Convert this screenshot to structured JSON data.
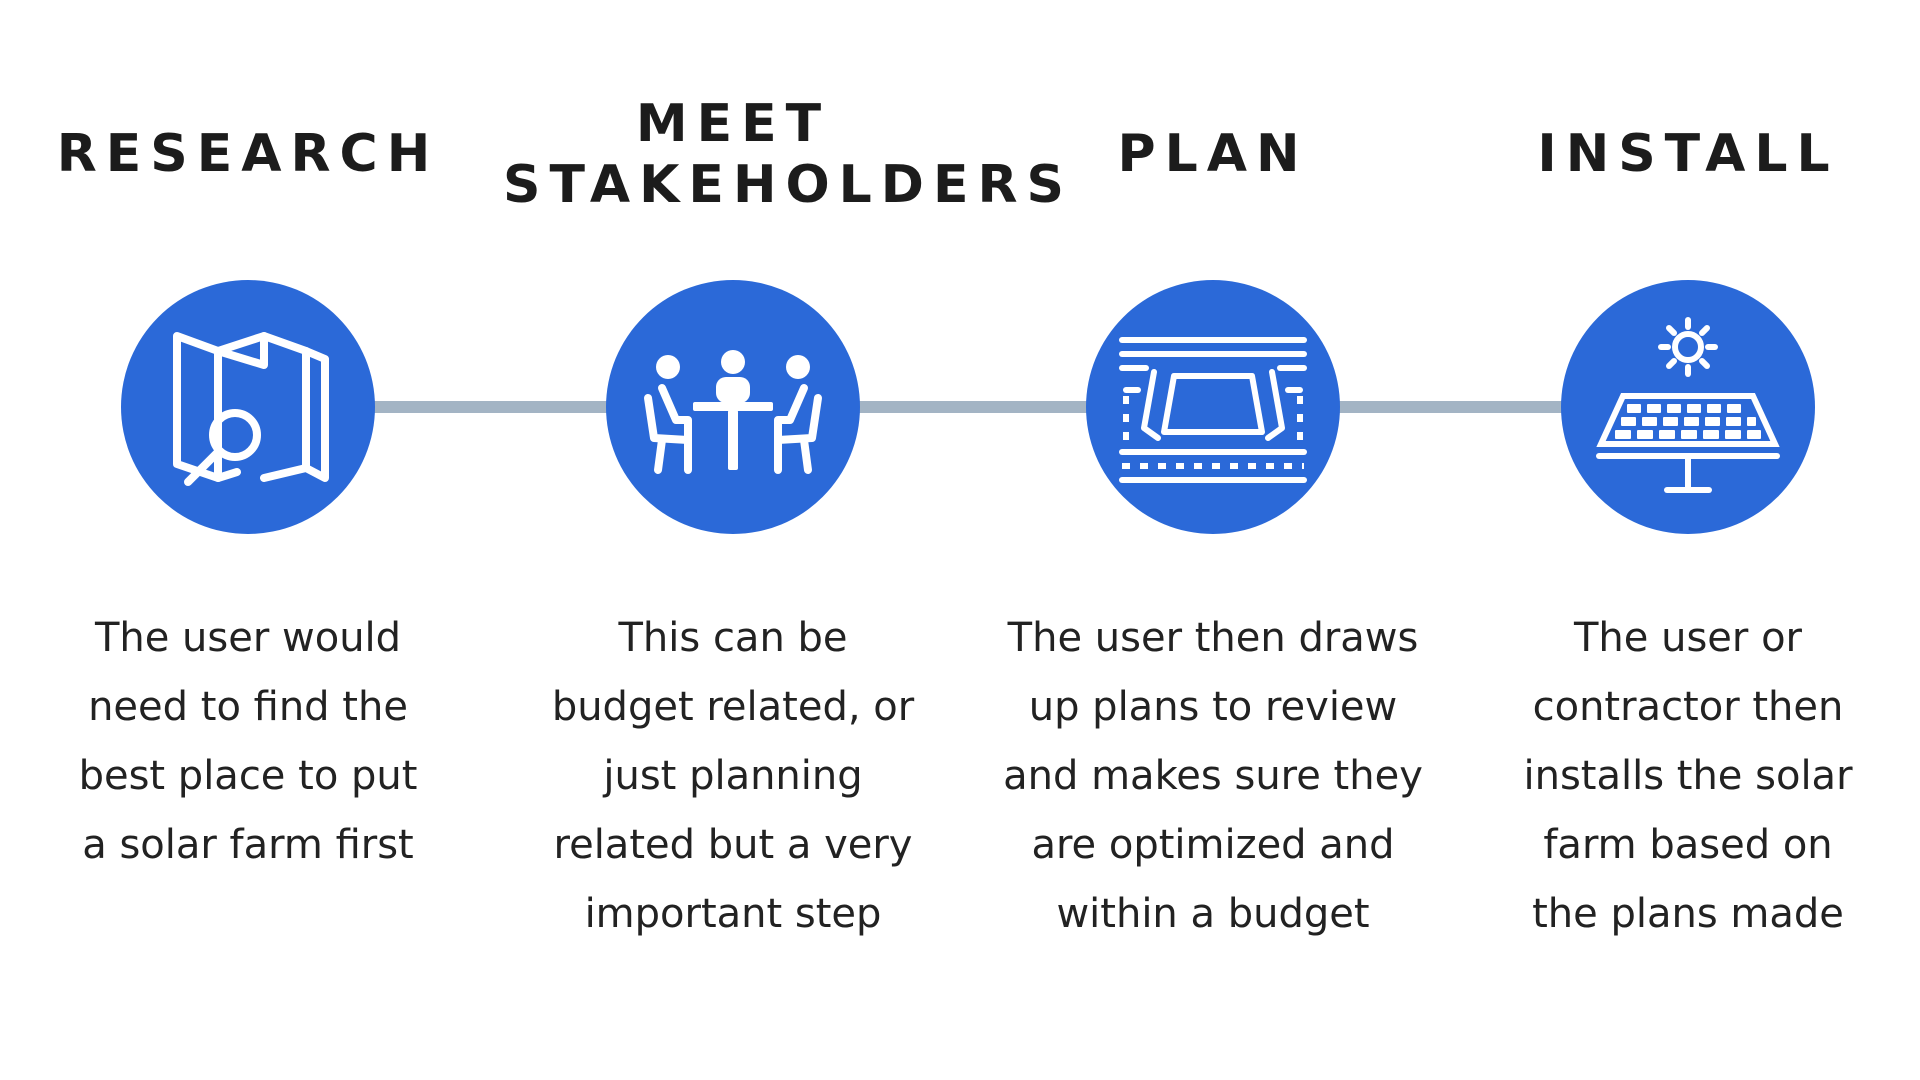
{
  "colors": {
    "accent": "#2b69d8",
    "connector": "#a3b4c4",
    "text": "#1c1c1c"
  },
  "steps": [
    {
      "title_lines": [
        "RESEARCH"
      ],
      "icon": "map-search-icon",
      "description_lines": [
        "The user would",
        "need to find the",
        "best place to put",
        "a solar farm first"
      ]
    },
    {
      "title_lines": [
        "MEET",
        "STAKEHOLDERS"
      ],
      "icon": "meeting-table-icon",
      "description_lines": [
        "This can be",
        "budget related, or",
        "just planning",
        "related but a very",
        "important step"
      ]
    },
    {
      "title_lines": [
        "PLAN"
      ],
      "icon": "blueprint-plan-icon",
      "description_lines": [
        "The user then draws",
        "up plans to review",
        "and makes sure they",
        "are optimized and",
        "within a budget"
      ]
    },
    {
      "title_lines": [
        "INSTALL"
      ],
      "icon": "solar-panel-icon",
      "description_lines": [
        "The user or",
        "contractor then",
        "installs the solar",
        "farm based on",
        "the plans made"
      ]
    }
  ]
}
